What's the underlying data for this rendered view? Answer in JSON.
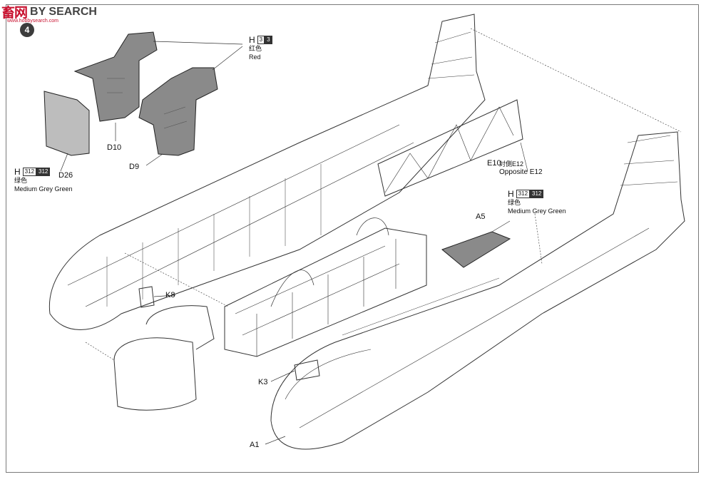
{
  "logo": {
    "cn": "畜网",
    "en": "BY SEARCH",
    "url": "www.hobbysearch.com"
  },
  "step_number": "4",
  "parts": {
    "D10": "D10",
    "D9": "D9",
    "D26": "D26",
    "E10": "E10",
    "A5": "A5",
    "K8": "K8",
    "K3": "K3",
    "A1": "A1"
  },
  "e10_note": {
    "cn": "対側E12",
    "en": "Opposite E12"
  },
  "paint_red": {
    "prefix": "H",
    "code_a": "3",
    "code_b": "3",
    "cn": "红色",
    "en": "Red"
  },
  "paint_green_left": {
    "prefix": "H",
    "code_a": "312",
    "code_b": "312",
    "cn": "绿色",
    "en": "Medium Grey Green"
  },
  "paint_green_right": {
    "prefix": "H",
    "code_a": "312",
    "code_b": "312",
    "cn": "绿色",
    "en": "Medium Grey Green"
  },
  "colors": {
    "ink": "#222222",
    "logo_red": "#c8102e",
    "part_fill": "#8a8a8a",
    "frame": "#7a7a7a"
  }
}
